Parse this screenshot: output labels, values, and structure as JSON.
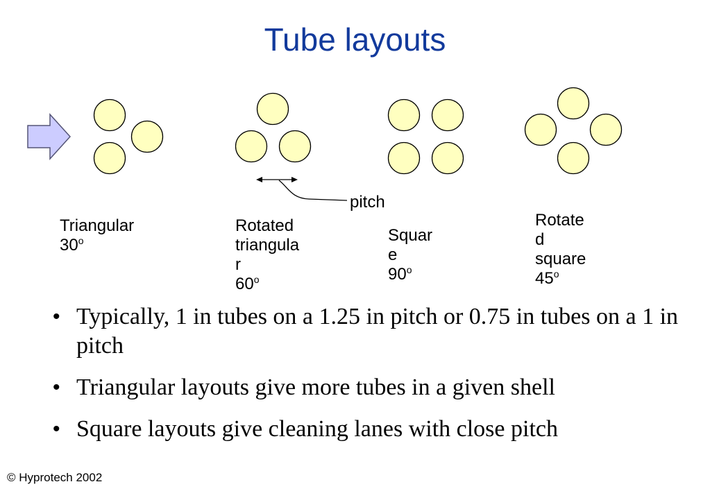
{
  "title": "Tube layouts",
  "tube_color": "#ffffc0",
  "arrow_color": "#ccccff",
  "pitch_label": "pitch",
  "layouts": [
    {
      "line1": "Triangular",
      "line2": "",
      "line3": "",
      "line4": "30",
      "degree": "o"
    },
    {
      "line1": "Rotated",
      "line2": "triangula",
      "line3": "r",
      "line4": "60",
      "degree": "o"
    },
    {
      "line1": "Squar",
      "line2": "e",
      "line3": "",
      "line4": "90",
      "degree": "o"
    },
    {
      "line1": "Rotate",
      "line2": "d",
      "line3": "square",
      "line4": "45",
      "degree": "o"
    }
  ],
  "bullets": [
    "Typically, 1 in tubes on a 1.25 in pitch or 0.75 in tubes on a 1 in pitch",
    "Triangular layouts give more tubes in a given shell",
    "Square layouts give cleaning lanes with close pitch"
  ],
  "bullet_marker": "•",
  "footer": "© Hyprotech 2002"
}
